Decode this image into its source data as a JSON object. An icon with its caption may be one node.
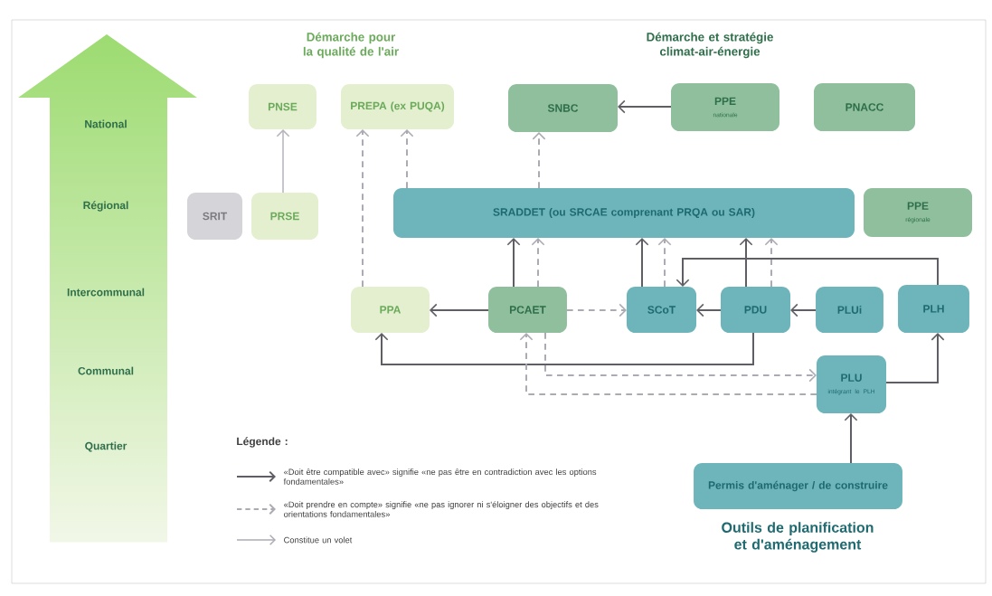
{
  "diagram": {
    "nodes": [
      {
        "text": [
          "PNSE"
        ]
      },
      {
        "text": [
          "PREPA (ex PUQA)"
        ]
      },
      {
        "text": [
          "SNBC"
        ]
      },
      {
        "text": [
          "PPE",
          "nationale"
        ]
      },
      {
        "text": [
          "PNACC"
        ]
      },
      {
        "text": [
          "SRIT"
        ]
      },
      {
        "text": [
          "PRSE"
        ]
      },
      {
        "text": [
          "SRADDET (ou SRCAE comprenant PRQA ou SAR)"
        ]
      },
      {
        "text": [
          "PPE",
          "régionale"
        ]
      },
      {
        "text": [
          "PPA"
        ]
      },
      {
        "text": [
          "PCAET"
        ]
      },
      {
        "text": [
          "SCoT"
        ]
      },
      {
        "text": [
          "PDU"
        ]
      },
      {
        "text": [
          "PLUi"
        ]
      },
      {
        "text": [
          "PLH"
        ]
      },
      {
        "text": [
          "PLU",
          "intégrant le PLH"
        ]
      },
      {
        "text": [
          "Permis d'aménager / de construire"
        ]
      }
    ],
    "edges": [
      {
        "from": 6,
        "to": 0,
        "arrow": "to",
        "color": "#b4b4bc"
      },
      {
        "from": 9,
        "to": 1,
        "arrow": "to",
        "style": "dashed"
      },
      {
        "from": 7,
        "to": 1,
        "arrow": "to",
        "style": "dashed"
      },
      {
        "from": 7,
        "to": 2,
        "arrow": "to",
        "style": "dashed"
      },
      {
        "from": 3,
        "to": 2,
        "arrow": "to"
      },
      {
        "from": 10,
        "to": 7,
        "arrow": "to"
      },
      {
        "from": 10,
        "to": 7,
        "arrow": "to",
        "style": "dashed"
      },
      {
        "from": 10,
        "to": 9,
        "arrow": "to"
      },
      {
        "from": 10,
        "to": 11,
        "arrow": "to",
        "style": "dashed"
      },
      {
        "from": 11,
        "to": 7,
        "arrow": "to"
      },
      {
        "from": 11,
        "to": 7,
        "arrow": "to",
        "style": "dashed"
      },
      {
        "from": 12,
        "to": 7,
        "arrow": "to"
      },
      {
        "from": 12,
        "to": 7,
        "arrow": "to",
        "style": "dashed"
      },
      {
        "from": 14,
        "to": 11,
        "arrow": "to"
      },
      {
        "from": 12,
        "to": 11,
        "arrow": "to"
      },
      {
        "from": 13,
        "to": 12,
        "arrow": "to"
      },
      {
        "from": 12,
        "to": 9,
        "arrow": "to"
      },
      {
        "from": 10,
        "to": 15,
        "arrow": "to",
        "style": "dashed"
      },
      {
        "from": 15,
        "to": 10,
        "arrow": "to",
        "style": "dashed"
      },
      {
        "from": 15,
        "to": 14,
        "arrow": "to"
      },
      {
        "from": 16,
        "to": 15,
        "arrow": "to"
      }
    ],
    "labels": [
      "Démarche pour la qualité de l'air",
      "Démarche et stratégie climat-air-énergie",
      "National",
      "Régional",
      "Intercommunal",
      "Communal",
      "Quartier",
      "Légende :",
      "Outils de planification et d'aménagement"
    ],
    "legend": [
      {
        "text": "«Doit être compatible avec» signifie «ne pas être en contradiction avec les options fondamentales»"
      },
      {
        "text": "«Doit prendre en compte» signifie «ne pas ignorer ni s'éloigner des objectifs et des orientations fondamentales»"
      },
      {
        "text": "Constitue un volet"
      }
    ]
  }
}
